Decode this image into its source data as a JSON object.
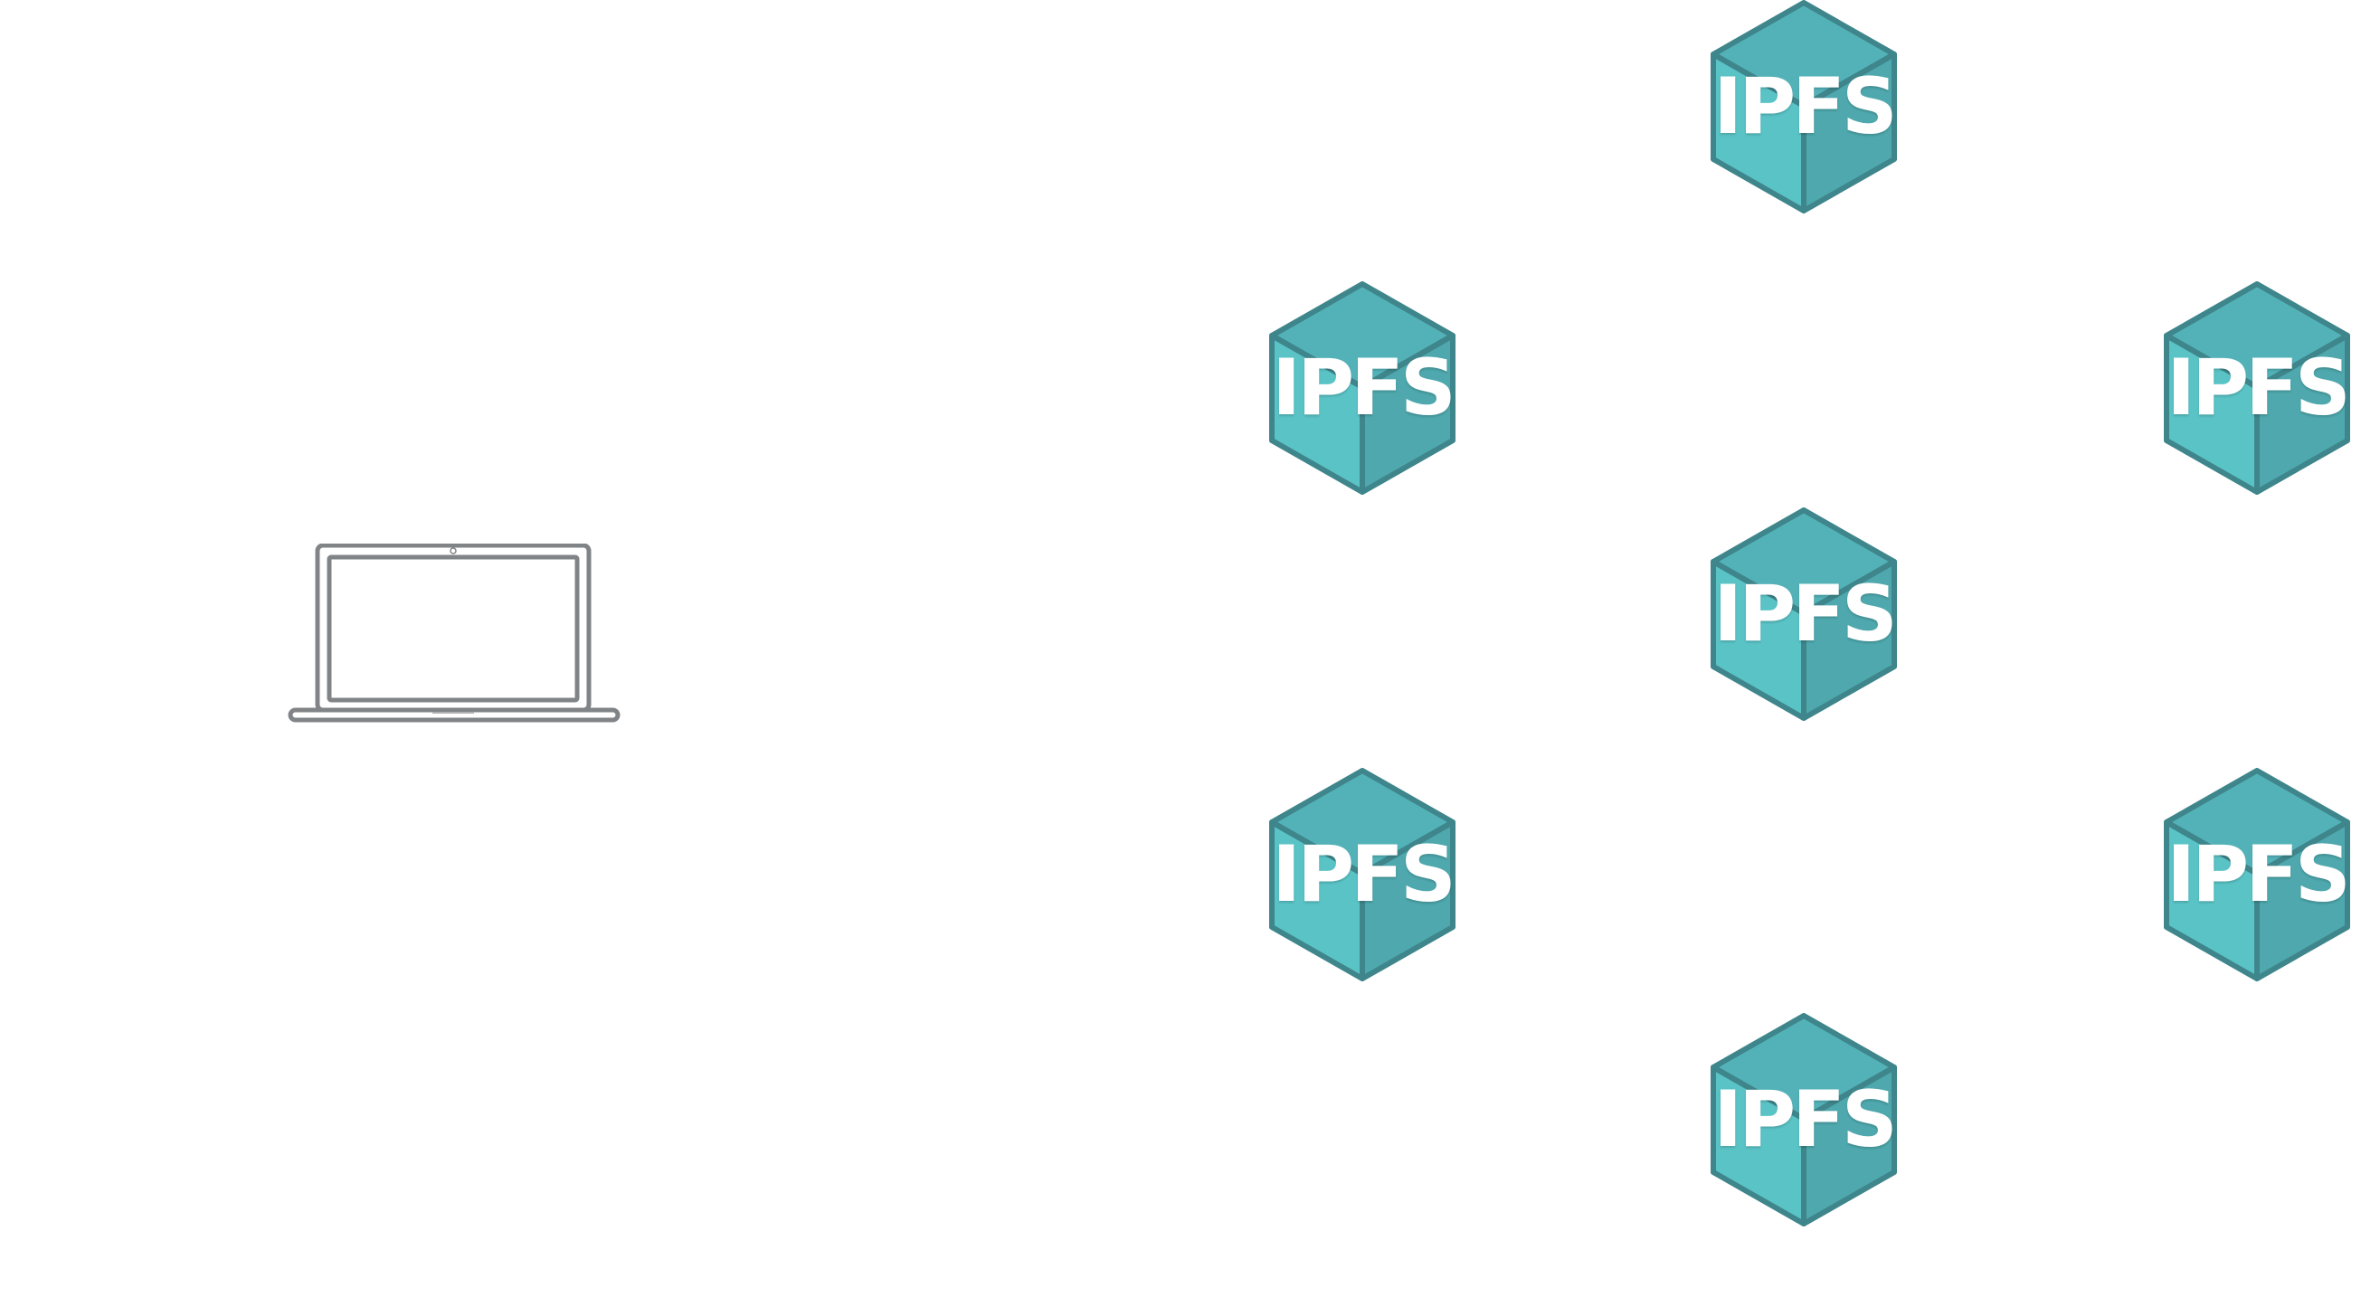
{
  "diagram": {
    "client": {
      "icon": "laptop-icon",
      "stroke_color": "#818487",
      "screen_color": "#ffffff"
    },
    "colors": {
      "top_face": "#53b2b8",
      "left_face": "#5ac3c6",
      "right_face": "#4ea8ad",
      "edge": "#3e868b",
      "label": "#ffffff"
    },
    "nodes": [
      {
        "id": "node-top",
        "label": "IPFS",
        "icon": "ipfs-cube-icon"
      },
      {
        "id": "node-upper-left",
        "label": "IPFS",
        "icon": "ipfs-cube-icon"
      },
      {
        "id": "node-upper-right",
        "label": "IPFS",
        "icon": "ipfs-cube-icon"
      },
      {
        "id": "node-center",
        "label": "IPFS",
        "icon": "ipfs-cube-icon"
      },
      {
        "id": "node-lower-left",
        "label": "IPFS",
        "icon": "ipfs-cube-icon"
      },
      {
        "id": "node-lower-right",
        "label": "IPFS",
        "icon": "ipfs-cube-icon"
      },
      {
        "id": "node-bottom",
        "label": "IPFS",
        "icon": "ipfs-cube-icon"
      }
    ]
  }
}
